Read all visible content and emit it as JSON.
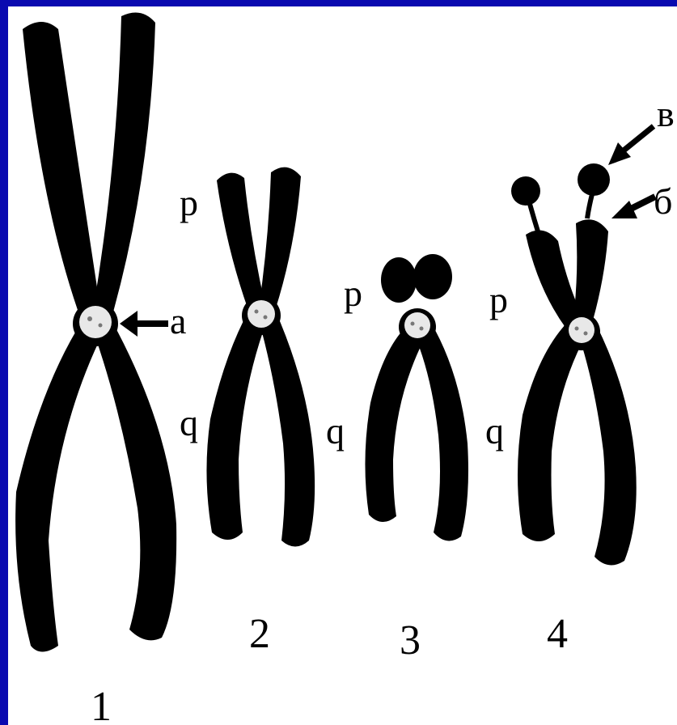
{
  "colors": {
    "frame": "#0a0ab0",
    "background": "#ffffff",
    "chromosome": "#000000",
    "centromere": "#e8e8e8"
  },
  "labels": {
    "a": "а",
    "b": "б",
    "v": "в",
    "p": "p",
    "q": "q"
  },
  "numbers": [
    "1",
    "2",
    "3",
    "4"
  ]
}
